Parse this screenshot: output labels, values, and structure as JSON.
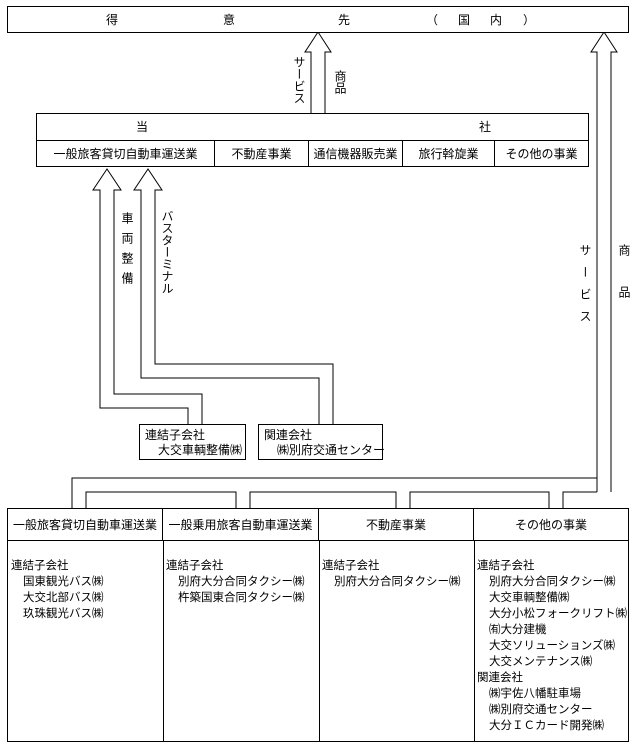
{
  "customer": {
    "chars": [
      "得",
      "意",
      "先"
    ],
    "domestic": [
      "（",
      "国",
      "内",
      "）"
    ]
  },
  "arrows": {
    "top_service": "サービス",
    "top_goods": "商品",
    "right_service": "サービス",
    "right_goods": "商品",
    "vehicle_maintenance": "車両整備",
    "bus_terminal": "バスターミナル"
  },
  "company": {
    "title_left": "当",
    "title_right": "社",
    "segments": [
      "一般旅客貸切自動車運送業",
      "不動産事業",
      "通信機器販売業",
      "旅行斡旋業",
      "その他の事業"
    ]
  },
  "mid_boxes": {
    "consolidated": {
      "label": "連結子会社",
      "name": "大交車輌整備㈱"
    },
    "affiliate": {
      "label": "関連会社",
      "name": "㈱別府交通センター"
    }
  },
  "bottom": {
    "headers": [
      "一般旅客貸切自動車運送業",
      "一般乗用旅客自動車運送業",
      "不動産事業",
      "その他の事業"
    ],
    "columns": [
      {
        "groups": [
          {
            "label": "連結子会社",
            "items": [
              "国東観光バス㈱",
              "大交北部バス㈱",
              "玖珠観光バス㈱"
            ]
          }
        ]
      },
      {
        "groups": [
          {
            "label": "連結子会社",
            "items": [
              "別府大分合同タクシー㈱",
              "杵築国東合同タクシー㈱"
            ]
          }
        ]
      },
      {
        "groups": [
          {
            "label": "連結子会社",
            "items": [
              "別府大分合同タクシー㈱"
            ]
          }
        ]
      },
      {
        "groups": [
          {
            "label": "連結子会社",
            "items": [
              "別府大分合同タクシー㈱",
              "大交車輌整備㈱",
              "大分小松フォークリフト㈱",
              "㈲大分建機",
              "大交ソリューションズ㈱",
              "大交メンテナンス㈱"
            ]
          },
          {
            "label": "関連会社",
            "items": [
              "㈱宇佐八幡駐車場",
              "㈱別府交通センター",
              "大分ＩＣカード開発㈱"
            ]
          }
        ]
      }
    ]
  }
}
